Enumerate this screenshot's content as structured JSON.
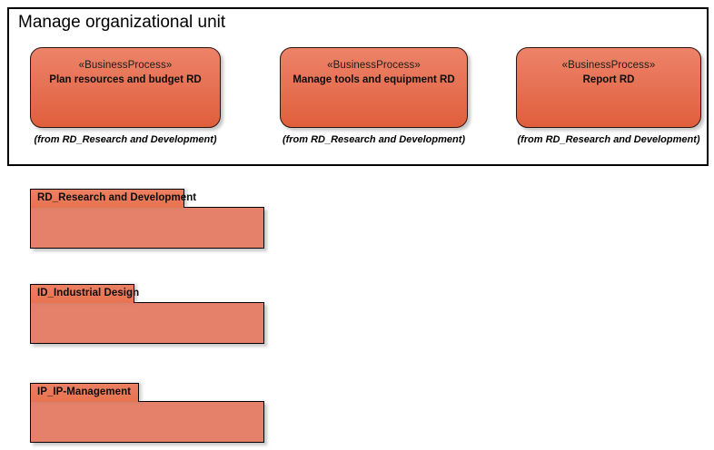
{
  "frame": {
    "title": "Manage organizational unit"
  },
  "business_processes": [
    {
      "stereotype": "«BusinessProcess»",
      "name": "Plan resources and budget RD",
      "from": "(from RD_Research and Development)"
    },
    {
      "stereotype": "«BusinessProcess»",
      "name": "Manage tools and equipment RD",
      "from": "(from RD_Research and Development)"
    },
    {
      "stereotype": "«BusinessProcess»",
      "name": "Report RD",
      "from": "(from RD_Research and Development)"
    }
  ],
  "packages": [
    {
      "name": "RD_Research and Development"
    },
    {
      "name": "ID_Industrial Design"
    },
    {
      "name": "IP_IP-Management"
    }
  ],
  "colors": {
    "node_fill_top": "#ec8368",
    "node_fill_bottom": "#e05f3c",
    "package_fill": "#e5806a",
    "package_tab_fill": "#e8734f",
    "border": "#000000",
    "text": "#000000",
    "canvas": "#ffffff"
  }
}
